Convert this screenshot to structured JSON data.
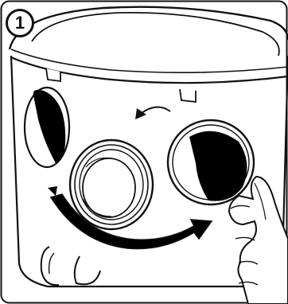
{
  "step": {
    "number": "1"
  },
  "illustration": {
    "subject": "vacuum-cleaner-body",
    "line_color": "#111111",
    "fill_color": "#ffffff",
    "accent_fill": "#000000",
    "rotation_direction": "counter-clockwise"
  }
}
